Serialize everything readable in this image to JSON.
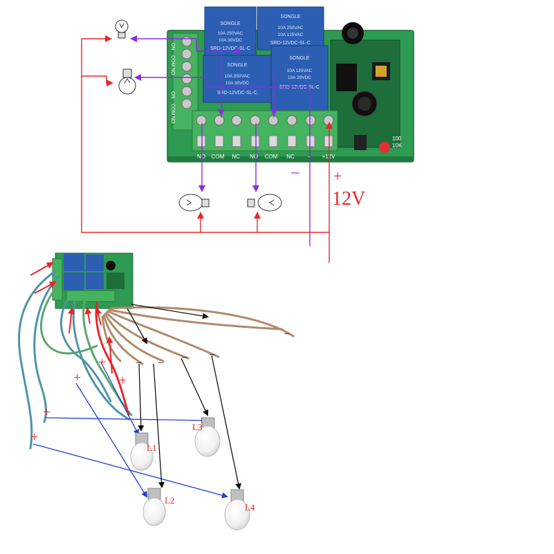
{
  "top_board": {
    "relay_brand": "SONGLE",
    "relay_model": "SRD-12VDC-SL-C",
    "relay_rating_1": "10A 250VAC",
    "relay_rating_2": "10A 30VDC",
    "relay_rating_3": "10A 125VAC",
    "relay_rating_4": "10A 28VDC",
    "bottom_terminal_labels": [
      "NO",
      "COM",
      "NC",
      "NO",
      "COM",
      "NC",
      "−",
      "+12V"
    ],
    "left_terminal_labels": [
      "ON",
      "COM",
      "NO",
      "ON",
      "COM",
      "NO"
    ],
    "resistor_label_1": "100",
    "resistor_label_2": "10K"
  },
  "supply": {
    "minus_sign": "−",
    "plus_sign": "+",
    "voltage_label": "12V"
  },
  "bottom_photo": {
    "bulb_labels": [
      "L1",
      "L2",
      "L3",
      "L4"
    ],
    "plus_sign": "+",
    "minus_sign": "−"
  },
  "colors": {
    "pcb_green": "#2f9a52",
    "terminal_green": "#45b35f",
    "relay_blue": "#2c5fb3",
    "wire_red": "#e8262b",
    "wire_purple": "#8b2be2",
    "wire_blue": "#1f3fd6",
    "wire_black": "#111111",
    "wire_teal": "#4f93a8",
    "wire_tan": "#b08a6a"
  }
}
